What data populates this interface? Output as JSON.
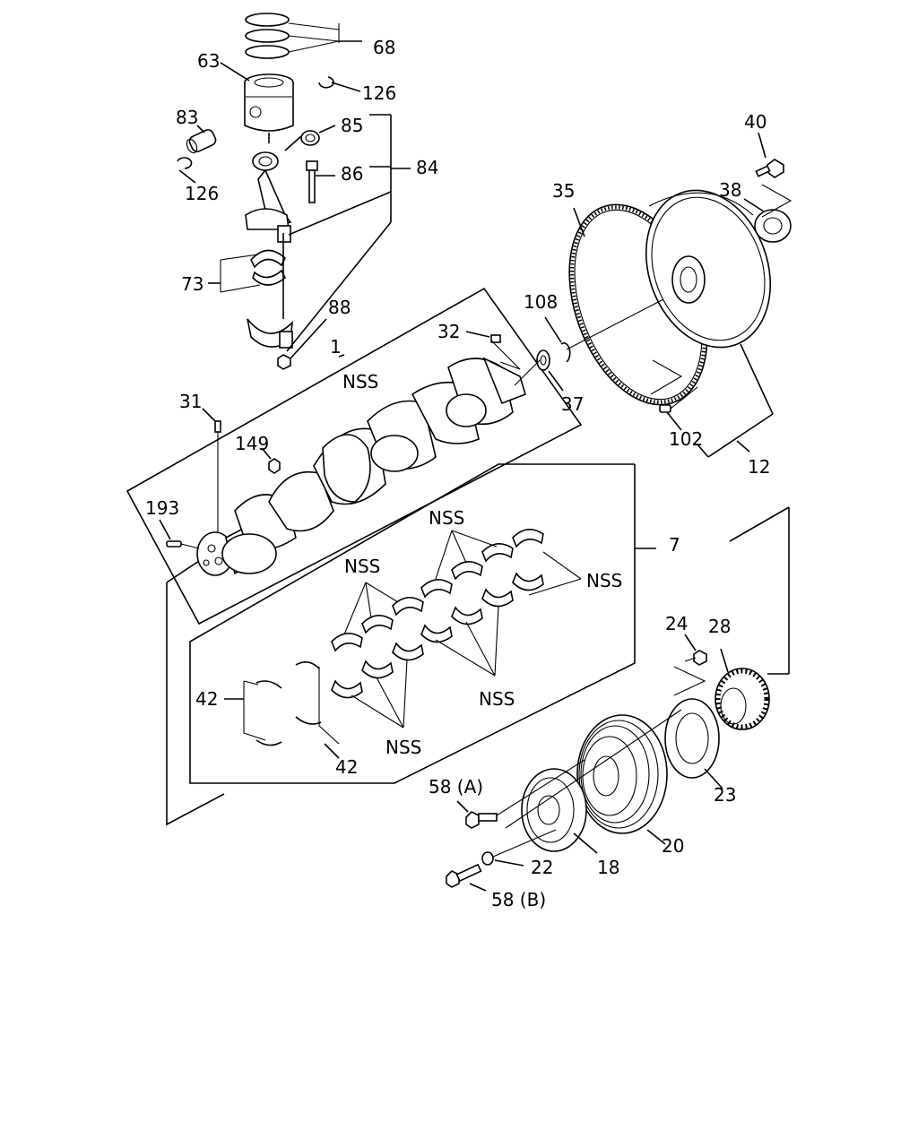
{
  "diagram": {
    "colors": {
      "ink": "#000000",
      "paper": "#ffffff"
    },
    "labels": {
      "l68": "68",
      "l63": "63",
      "l126a": "126",
      "l83": "83",
      "l85": "85",
      "l126b": "126",
      "l86": "86",
      "l84": "84",
      "l73": "73",
      "l88": "88",
      "l1": "1",
      "l32": "32",
      "l108": "108",
      "l37": "37",
      "l35": "35",
      "l40": "40",
      "l38": "38",
      "l31": "31",
      "l149": "149",
      "l193": "193",
      "l102": "102",
      "l12": "12",
      "l7": "7",
      "l24": "24",
      "l28": "28",
      "l42a": "42",
      "l42b": "42",
      "l23": "23",
      "l20": "20",
      "l18": "18",
      "l22": "22",
      "l58a": "58 (A)",
      "l58b": "58 (B)",
      "nss1": "NSS",
      "nss2": "NSS",
      "nss3": "NSS",
      "nss4": "NSS",
      "nss5": "NSS",
      "nss6": "NSS"
    }
  }
}
